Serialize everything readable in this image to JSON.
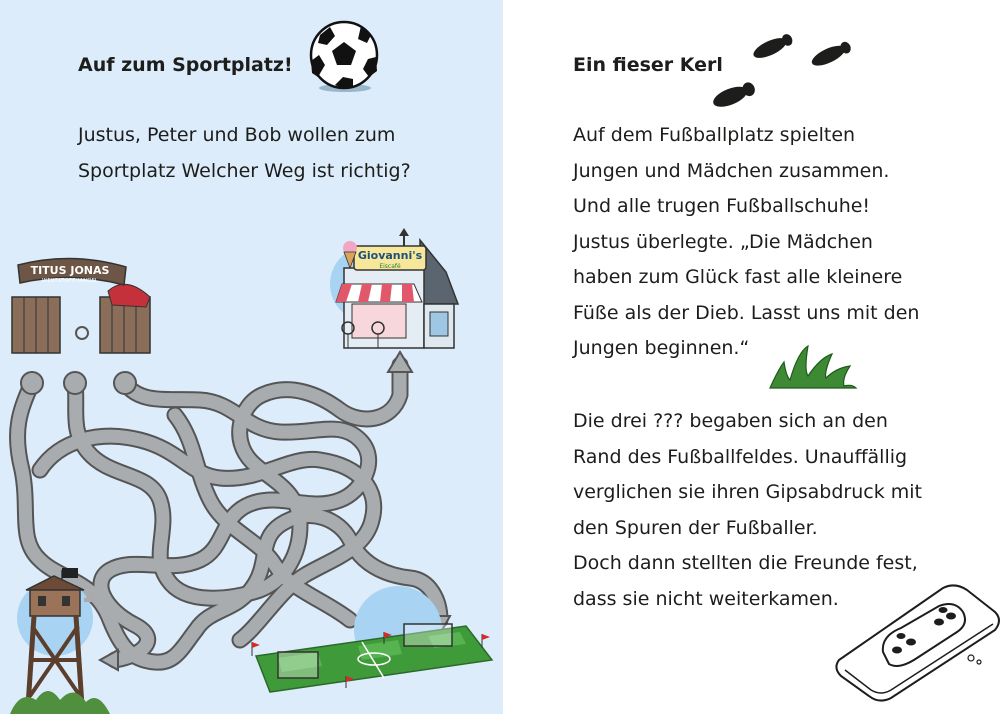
{
  "left_page": {
    "heading": "Auf zum Sportplatz!",
    "lines": [
      "Justus, Peter und Bob wollen zum",
      "Sportplatz Welcher Weg ist richtig?"
    ],
    "junkyard_sign": "TITUS JONAS",
    "junkyard_sign_sub": "WERTSTOFFHANDEL",
    "shop_sign": "Giovanni's",
    "shop_sign_sub": "Eiscafé"
  },
  "right_page": {
    "heading": "Ein fieser Kerl",
    "paragraph1": [
      "Auf dem Fußballplatz spielten",
      "Jungen und Mädchen zusammen.",
      "Und alle trugen Fußballschuhe!",
      "Justus überlegte. „Die Mädchen",
      "haben zum Glück fast alle kleinere",
      "Füße als der Dieb. Lasst uns mit den",
      "Jungen beginnen.“"
    ],
    "paragraph2": [
      "Die drei ??? begaben sich an den",
      "Rand des Fußballfeldes. Unauffällig",
      "verglichen sie ihren Gipsabdruck mit",
      "den Spuren der Fußballer.",
      "Doch dann stellten die Freunde fest,",
      "dass sie nicht weiterkamen."
    ]
  },
  "colors": {
    "left_background": "#dcecfa",
    "sky_circle": "#a9d3f2",
    "maze_path": "#a9acaf",
    "pitch_green": "#3f9a3a",
    "text": "#1d1d1b"
  },
  "icons": [
    "soccer-ball-icon",
    "footprints-icon",
    "grass-tuft-icon",
    "plaster-cast-icon"
  ]
}
